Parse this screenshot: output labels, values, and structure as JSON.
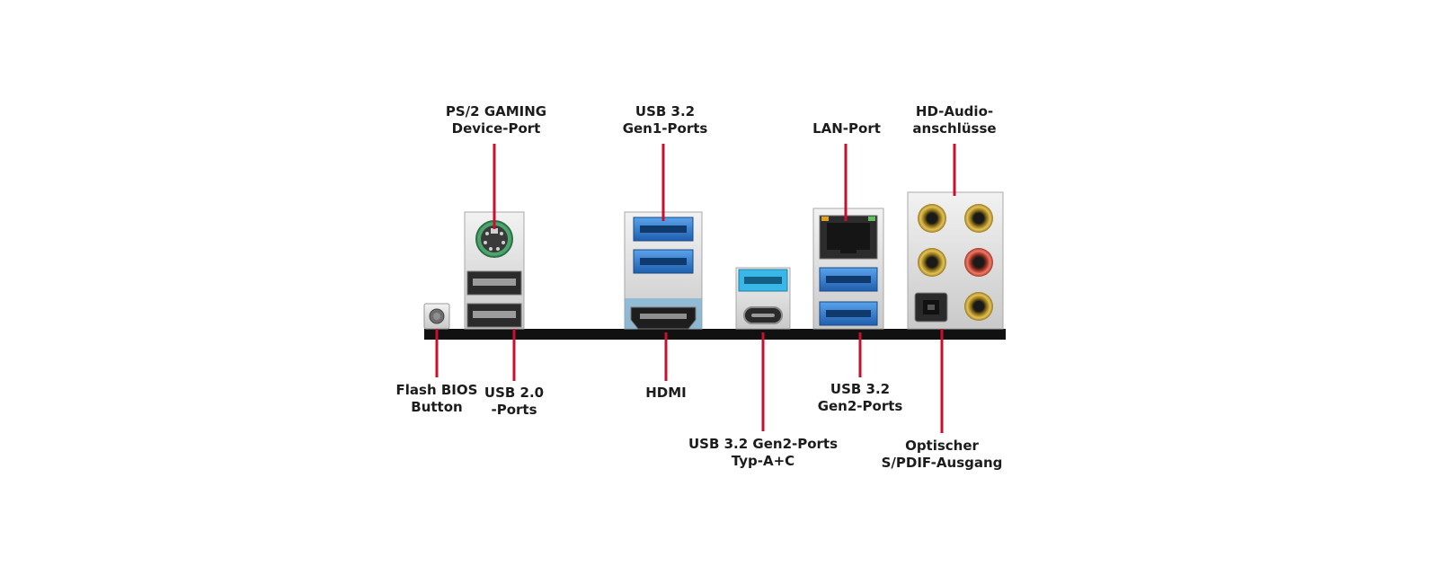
{
  "labels": {
    "ps2": {
      "line1": "PS/2 GAMING",
      "line2": "Device-Port"
    },
    "usb32_gen1": {
      "line1": "USB 3.2",
      "line2": "Gen1-Ports"
    },
    "lan": {
      "line1": "LAN-Port"
    },
    "hd_audio": {
      "line1": "HD-Audio-",
      "line2": "anschlüsse"
    },
    "flash_bios": {
      "line1": "Flash BIOS",
      "line2": "Button"
    },
    "usb20": {
      "line1": "USB 2.0",
      "line2": "-Ports"
    },
    "hdmi": {
      "line1": "HDMI"
    },
    "usb32_gen2": {
      "line1": "USB 3.2",
      "line2": "Gen2-Ports"
    },
    "usb32_gen2_ac": {
      "line1": "USB 3.2 Gen2-Ports",
      "line2": "Typ-A+C"
    },
    "spdif": {
      "line1": "Optischer",
      "line2": "S/PDIF-Ausgang"
    }
  },
  "colors": {
    "leader_line": "#c8102e",
    "usb3_blue": "#2f7fd6",
    "usb_c_cyan": "#39b7e6",
    "ps2_green": "#5fbf7f",
    "panel_bar": "#111111",
    "audio_gold": "#c9a227",
    "audio_red": "#d94a38"
  }
}
